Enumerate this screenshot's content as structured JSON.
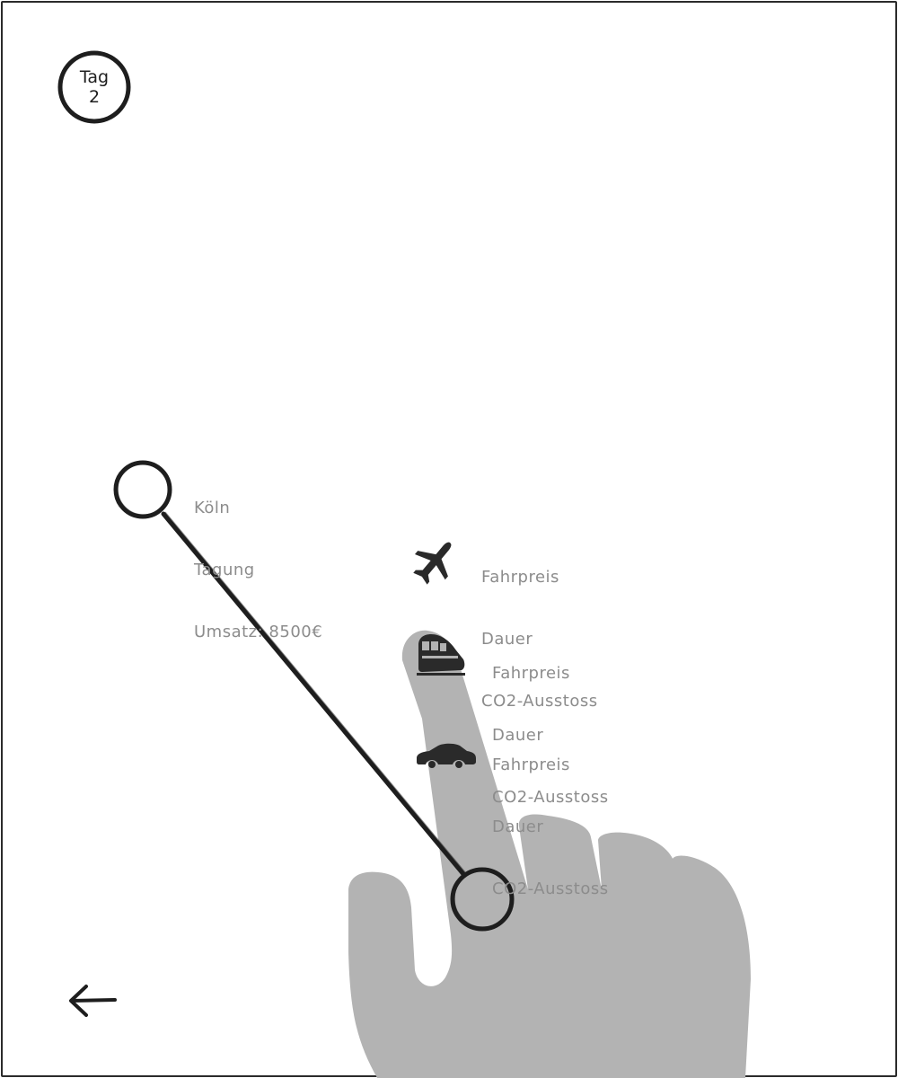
{
  "day_badge": {
    "line1": "Tag",
    "line2": "2"
  },
  "origin": {
    "city": "Köln",
    "event": "Tagung",
    "revenue": "Umsatz: 8500€"
  },
  "transport_options": [
    {
      "icon": "plane-icon",
      "price_label": "Fahrpreis",
      "duration_label": "Dauer",
      "co2_label": "CO2-Ausstoss"
    },
    {
      "icon": "train-icon",
      "price_label": "Fahrpreis",
      "duration_label": "Dauer",
      "co2_label": "CO2-Ausstoss"
    },
    {
      "icon": "car-icon",
      "price_label": "Fahrpreis",
      "duration_label": "Dauer",
      "co2_label": "CO2-Ausstoss"
    }
  ],
  "navigation": {
    "back_icon": "arrow-left-icon"
  },
  "colors": {
    "ink": "#1e1e1e",
    "label_gray": "#8c8c8c",
    "hand_gray": "#b3b3b3"
  }
}
